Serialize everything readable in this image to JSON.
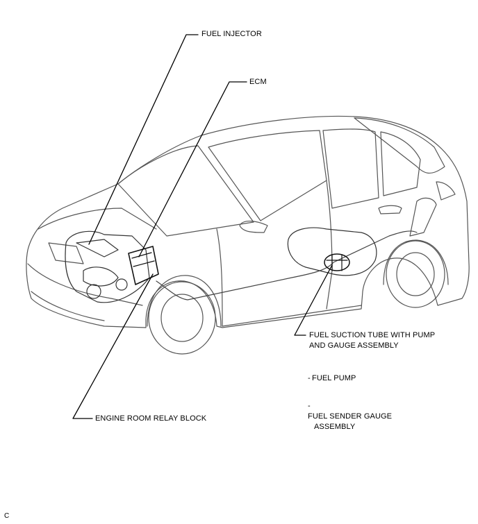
{
  "labels": {
    "fuel_injector": "FUEL INJECTOR",
    "ecm": "ECM",
    "fuel_suction_line1": "FUEL SUCTION TUBE WITH PUMP",
    "fuel_suction_line2": "AND GAUGE ASSEMBLY",
    "fuel_pump": "FUEL PUMP",
    "fuel_sender_line1": "FUEL SENDER GAUGE",
    "fuel_sender_line2": "ASSEMBLY",
    "engine_room_relay_block": "ENGINE ROOM RELAY BLOCK"
  },
  "corner_code": "C",
  "colors": {
    "line": "#555555",
    "leader": "#000000",
    "background": "#ffffff"
  }
}
